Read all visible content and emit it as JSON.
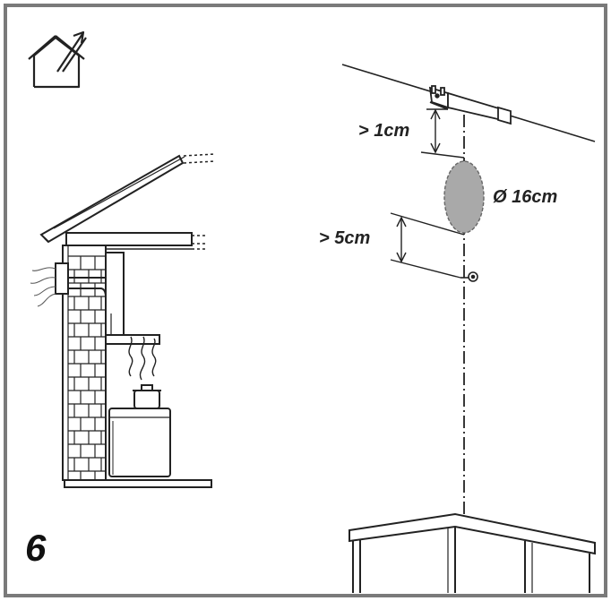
{
  "step_number": "6",
  "dimensions": {
    "bracket_gap": "> 1cm",
    "hole_diameter": "Ø 16cm",
    "hook_gap": "> 5cm"
  },
  "icons": {
    "corner": "house-vent-icon"
  },
  "colors": {
    "line": "#222222",
    "hole_fill": "#a9a9a9",
    "frame": "#7a7a7a"
  }
}
